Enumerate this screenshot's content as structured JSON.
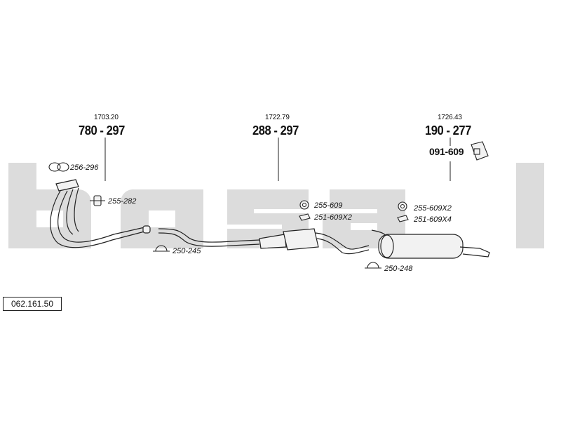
{
  "watermark": "bosal",
  "colors": {
    "watermark": "#dcdcdc",
    "line": "#222222",
    "pipe": "#f2f2f2"
  },
  "reference_code": "062.161.50",
  "assemblies": [
    {
      "price": "1703.20",
      "code": "780 - 297"
    },
    {
      "price": "1722.79",
      "code": "288 - 297"
    },
    {
      "price": "1726.43",
      "code": "190 - 277"
    }
  ],
  "extra_part": {
    "code": "091-609"
  },
  "parts": [
    {
      "label": "256-296",
      "icon": "gasket-icon"
    },
    {
      "label": "255-282",
      "icon": "rubber-mount-icon"
    },
    {
      "label": "250-245",
      "icon": "pipe-clamp-icon"
    },
    {
      "label": "255-609",
      "icon": "rubber-ring-icon"
    },
    {
      "label": "251-609X2",
      "icon": "bracket-icon"
    },
    {
      "label": "255-609X2",
      "icon": "rubber-ring-icon"
    },
    {
      "label": "251-609X4",
      "icon": "bracket-icon"
    },
    {
      "label": "250-248",
      "icon": "pipe-clamp-icon"
    }
  ]
}
